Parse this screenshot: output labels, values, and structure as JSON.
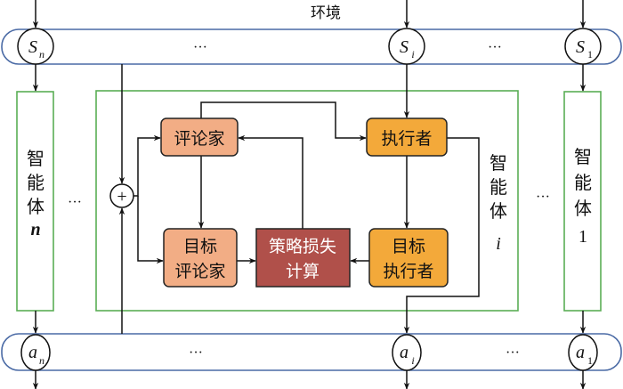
{
  "environment": {
    "label": "环境",
    "states": [
      {
        "id": "sn",
        "symbol": "S",
        "sub": "n"
      },
      {
        "id": "si",
        "symbol": "S",
        "sub": "i"
      },
      {
        "id": "s1",
        "symbol": "S",
        "sub": "1"
      }
    ],
    "ellipsis": "···"
  },
  "actions": {
    "items": [
      {
        "id": "an",
        "symbol": "a",
        "sub": "n"
      },
      {
        "id": "ai",
        "symbol": "a",
        "sub": "i"
      },
      {
        "id": "a1",
        "symbol": "a",
        "sub": "1"
      }
    ],
    "ellipsis": "···"
  },
  "agents": {
    "agent_n": {
      "chars": [
        "智",
        "能",
        "体"
      ],
      "index": "n"
    },
    "agent_i": {
      "chars": [
        "智",
        "能",
        "体"
      ],
      "index": "i"
    },
    "agent_1": {
      "chars": [
        "智",
        "能",
        "体"
      ],
      "index": "1"
    },
    "between_ellipsis": "···"
  },
  "modules": {
    "critic": {
      "line1": "评论家"
    },
    "actor": {
      "line1": "执行者"
    },
    "target_critic": {
      "line1": "目标",
      "line2": "评论家"
    },
    "policy_loss": {
      "line1": "策略损失",
      "line2": "计算"
    },
    "target_actor": {
      "line1": "目标",
      "line2": "执行者"
    },
    "sum_node": {
      "symbol": "+"
    }
  },
  "colors": {
    "band_stroke": "#4a6aa5",
    "agent_box_stroke": "#5aae55",
    "critic_fill": "#f2ad85",
    "actor_fill": "#f3a93a",
    "policy_loss_fill": "#b0504a",
    "line": "#111111"
  }
}
